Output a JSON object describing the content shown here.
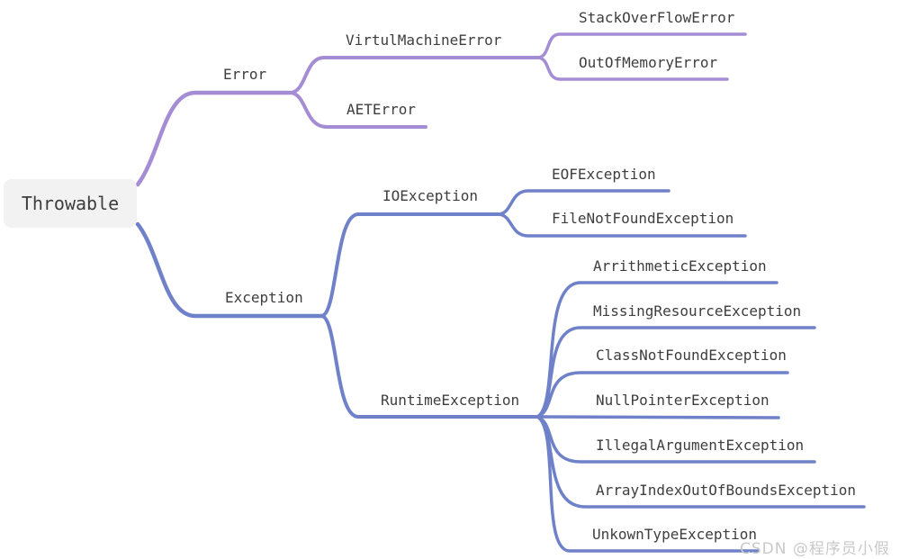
{
  "diagram_title": "Throwable exception hierarchy mind map",
  "colors": {
    "error_branch": "#a48dd4",
    "exception_branch": "#6f81c8",
    "text": "#3e3e3e",
    "root_bg": "#f2f2f3",
    "watermark": "#c9c9c9",
    "background": "#ffffff"
  },
  "tree": {
    "label": "Throwable",
    "children": [
      {
        "label": "Error",
        "children": [
          {
            "label": "VirtulMachineError",
            "children": [
              {
                "label": "StackOverFlowError"
              },
              {
                "label": "OutOfMemoryError"
              }
            ]
          },
          {
            "label": "AETError"
          }
        ]
      },
      {
        "label": "Exception",
        "children": [
          {
            "label": "IOException",
            "children": [
              {
                "label": "EOFException"
              },
              {
                "label": "FileNotFoundException"
              }
            ]
          },
          {
            "label": "RuntimeException",
            "children": [
              {
                "label": "ArrithmeticException"
              },
              {
                "label": "MissingResourceException"
              },
              {
                "label": "ClassNotFoundException"
              },
              {
                "label": "NullPointerException"
              },
              {
                "label": "IllegalArgumentException"
              },
              {
                "label": "ArrayIndexOutOfBoundsException"
              },
              {
                "label": "UnkownTypeException"
              }
            ]
          }
        ]
      }
    ]
  },
  "watermark": {
    "text": "CSDN @程序员小假"
  }
}
